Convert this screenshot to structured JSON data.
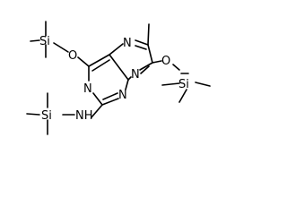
{
  "atoms": {
    "si_top": "Si",
    "o_top": "O",
    "n5": "N",
    "n3": "N",
    "n1": "N",
    "n8": "N",
    "o_right": "O",
    "si_right": "Si",
    "nh": "NH",
    "si_bottom": "Si"
  }
}
